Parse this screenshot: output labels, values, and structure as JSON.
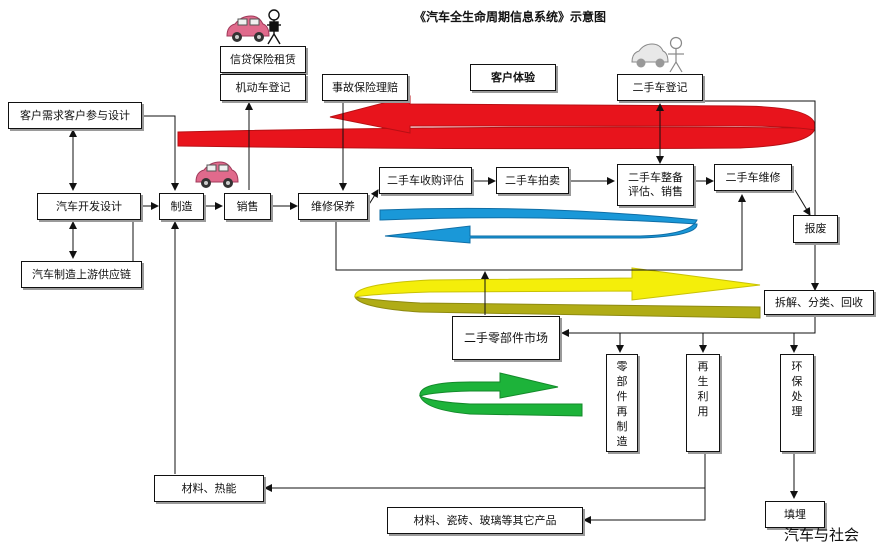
{
  "title": "《汽车全生命周期信息系统》示意图",
  "footer": "汽车与社会",
  "boxes": {
    "credit": "信贷保险租赁",
    "registration": "机动车登记",
    "accident": "事故保险理赔",
    "experience": "客户体验",
    "used_register": "二手车登记",
    "customer": "客户需求客户参与设计",
    "dev": "汽车开发设计",
    "supply": "汽车制造上游供应链",
    "manufacture": "制造",
    "sales": "销售",
    "maintenance": "维修保养",
    "used_eval": "二手车收购评估",
    "used_auction": "二手车拍卖",
    "used_refurb": "二手车整备\n评估、销售",
    "used_repair": "二手车维修",
    "scrap": "报废",
    "dismantle": "拆解、分类、回收",
    "parts_market": "二手零部件市场",
    "reman": "零\n部\n件\n再\n制\n造",
    "recycle": "再\n生\n利\n用",
    "eco": "环\n保\n处\n理",
    "materials_energy": "材料、热能",
    "materials_products": "材料、瓷砖、玻璃等其它产品",
    "landfill": "填埋"
  },
  "colors": {
    "red": "#e8141c",
    "red_dark": "#b80f14",
    "blue": "#1a98d8",
    "blue_dark": "#0f6ea6",
    "yellow": "#f4ee0a",
    "olive": "#b0ac16",
    "green": "#1db33a",
    "green_dark": "#138a2a",
    "car_pink": "#e06a8c"
  },
  "icons": [
    "pink-car-icon",
    "person-icon",
    "grey-car-icon"
  ]
}
